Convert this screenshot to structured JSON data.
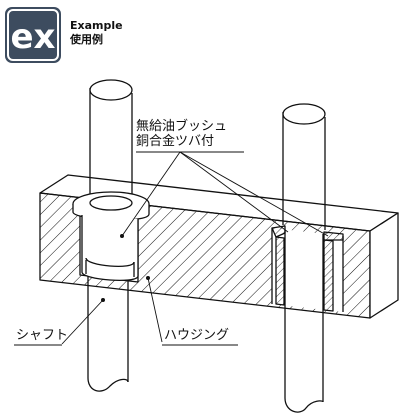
{
  "badge": {
    "mark": "ex",
    "title": "Example",
    "subtitle": "使用例"
  },
  "labels": {
    "bushing_line1": "無給油ブッシュ",
    "bushing_line2": "銅合金ツバ付",
    "shaft": "シャフト",
    "housing": "ハウジング"
  },
  "colors": {
    "line": "#111111",
    "badge_fill": "#3d4c5f",
    "badge_text": "#ffffff"
  }
}
